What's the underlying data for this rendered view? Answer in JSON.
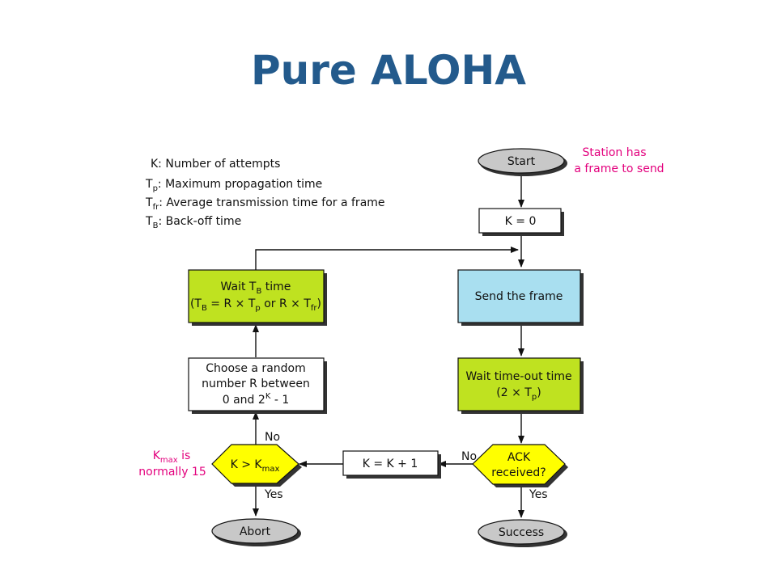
{
  "title": "Pure ALOHA",
  "legend": {
    "k": "K: Number of attempts",
    "tp_sym": "T",
    "tp_sub": "p",
    "tp_text": ": Maximum propagation time",
    "tfr_sym": "T",
    "tfr_sub": "fr",
    "tfr_text": ": Average transmission time for a frame",
    "tb_sym": "T",
    "tb_sub": "B",
    "tb_text": ": Back-off time"
  },
  "nodes": {
    "start": "Start",
    "start_note": [
      "Station has",
      "a frame to send"
    ],
    "k_zero": "K = 0",
    "send": "Send the frame",
    "wait_timeout": {
      "line1": "Wait time-out time",
      "line2_a": "(2 × T",
      "line2_sub": "p",
      "line2_b": ")"
    },
    "ack": [
      "ACK",
      "received?"
    ],
    "success": "Success",
    "k_inc": "K = K + 1",
    "kmax_check": {
      "a": "K > K",
      "sub": "max"
    },
    "kmax_note": {
      "a": "K",
      "sub": "max",
      "b": " is",
      "line2": "normally 15"
    },
    "abort": "Abort",
    "choose_random": {
      "line1": "Choose a random",
      "line2": "number R between",
      "line3_a": "0 and 2",
      "line3_sup": "K",
      "line3_b": " - 1"
    },
    "wait_tb": {
      "line1_a": "Wait T",
      "line1_sub": "B",
      "line1_b": " time",
      "l2_a": "(T",
      "l2_sub1": "B",
      "l2_b": " = R × T",
      "l2_sub2": "p",
      "l2_c": " or R × T",
      "l2_sub3": "fr",
      "l2_d": ")"
    }
  },
  "edges": {
    "no_1": "No",
    "yes_1": "Yes",
    "no_2": "No",
    "yes_2": "Yes"
  },
  "colors": {
    "title": "#235a8c",
    "green": "#bfe220",
    "blue": "#a9dff0",
    "yellow": "#ffff00",
    "oval": "#c8c8c8",
    "note": "#e3007d"
  }
}
